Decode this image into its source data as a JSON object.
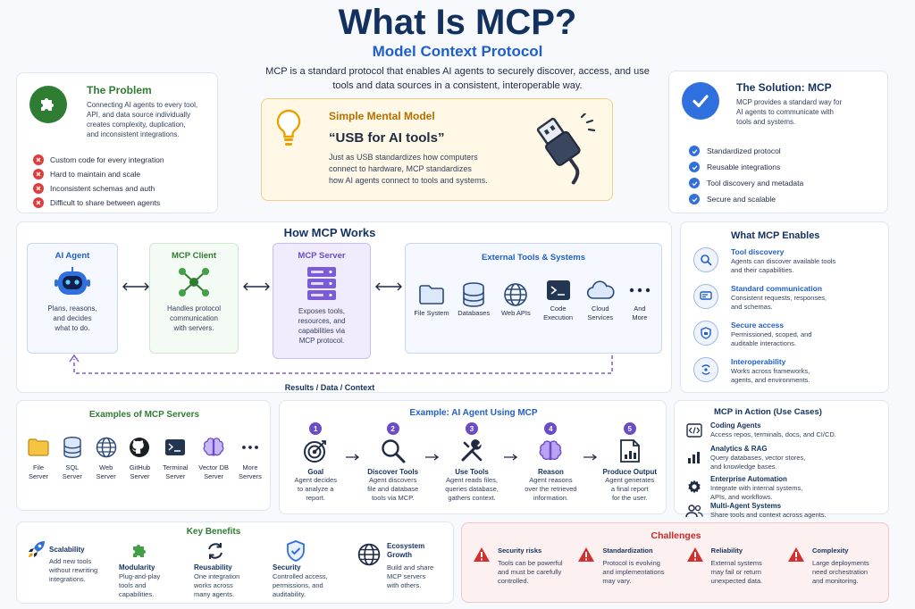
{
  "header": {
    "title": "What Is MCP?",
    "subtitle": "Model Context Protocol",
    "description_line1": "MCP is a standard protocol that enables AI agents to securely discover, access, and use",
    "description_line2": "tools and data sources in a consistent, interoperable way."
  },
  "problem": {
    "title": "The Problem",
    "text_l1": "Connecting AI agents to every tool,",
    "text_l2": "API, and data source individually",
    "text_l3": "creates complexity, duplication,",
    "text_l4": "and inconsistent integrations.",
    "items": [
      "Custom code for every integration",
      "Hard to maintain and scale",
      "Inconsistent schemas and auth",
      "Difficult to share between agents"
    ]
  },
  "mental_model": {
    "title": "Simple Mental Model",
    "headline": "“USB for AI tools”",
    "text_l1": "Just as USB standardizes how computers",
    "text_l2": "connect to hardware, MCP standardizes",
    "text_l3": "how AI agents connect to tools and systems."
  },
  "solution": {
    "title": "The Solution: MCP",
    "text_l1": "MCP provides a standard way for",
    "text_l2": "AI agents to communicate with",
    "text_l3": "tools and systems.",
    "items": [
      "Standardized protocol",
      "Reusable integrations",
      "Tool discovery and metadata",
      "Secure and scalable"
    ]
  },
  "how": {
    "title": "How MCP Works",
    "agent": {
      "title": "AI Agent",
      "l1": "Plans, reasons,",
      "l2": "and decides",
      "l3": "what to do."
    },
    "client": {
      "title": "MCP Client",
      "l1": "Handles protocol",
      "l2": "communication",
      "l3": "with servers."
    },
    "server": {
      "title": "MCP Server",
      "l1": "Exposes tools,",
      "l2": "resources, and",
      "l3": "capabilities via",
      "l4": "MCP protocol."
    },
    "external": {
      "title": "External Tools & Systems",
      "items": [
        {
          "l1": "File System",
          "l2": ""
        },
        {
          "l1": "Databases",
          "l2": ""
        },
        {
          "l1": "Web APIs",
          "l2": ""
        },
        {
          "l1": "Code",
          "l2": "Execution"
        },
        {
          "l1": "Cloud",
          "l2": "Services"
        },
        {
          "l1": "And",
          "l2": "More"
        }
      ]
    },
    "return_label": "Results / Data / Context"
  },
  "enables": {
    "title": "What MCP Enables",
    "items": [
      {
        "title": "Tool discovery",
        "l1": "Agents can discover available tools",
        "l2": "and their capabilities."
      },
      {
        "title": "Standard communication",
        "l1": "Consistent requests, responses,",
        "l2": "and schemas."
      },
      {
        "title": "Secure access",
        "l1": "Permissioned, scoped, and",
        "l2": "auditable interactions."
      },
      {
        "title": "Interoperability",
        "l1": "Works across frameworks,",
        "l2": "agents, and environments."
      }
    ]
  },
  "servers": {
    "title": "Examples of MCP Servers",
    "items": [
      {
        "l1": "File",
        "l2": "Server"
      },
      {
        "l1": "SQL",
        "l2": "Server"
      },
      {
        "l1": "Web",
        "l2": "Server"
      },
      {
        "l1": "GitHub",
        "l2": "Server"
      },
      {
        "l1": "Terminal",
        "l2": "Server"
      },
      {
        "l1": "Vector DB",
        "l2": "Server"
      },
      {
        "l1": "More",
        "l2": "Servers"
      }
    ]
  },
  "example": {
    "title": "Example: AI Agent Using MCP",
    "steps": [
      {
        "num": "1",
        "title": "Goal",
        "l1": "Agent decides",
        "l2": "to analyze a",
        "l3": "report."
      },
      {
        "num": "2",
        "title": "Discover Tools",
        "l1": "Agent discovers",
        "l2": "file and database",
        "l3": "tools via MCP."
      },
      {
        "num": "3",
        "title": "Use Tools",
        "l1": "Agent reads files,",
        "l2": "queries database,",
        "l3": "gathers context."
      },
      {
        "num": "4",
        "title": "Reason",
        "l1": "Agent reasons",
        "l2": "over the retrieved",
        "l3": "information."
      },
      {
        "num": "5",
        "title": "Produce Output",
        "l1": "Agent generates",
        "l2": "a final report",
        "l3": "for the user."
      }
    ]
  },
  "usecases": {
    "title": "MCP in Action (Use Cases)",
    "items": [
      {
        "title": "Coding Agents",
        "l1": "Access repos, terminals, docs, and CI/CD.",
        "l2": ""
      },
      {
        "title": "Analytics & RAG",
        "l1": "Query databases, vector stores,",
        "l2": "and knowledge bases."
      },
      {
        "title": "Enterprise Automation",
        "l1": "Integrate with internal systems,",
        "l2": "APIs, and workflows."
      },
      {
        "title": "Multi-Agent Systems",
        "l1": "Share tools and context across agents.",
        "l2": ""
      }
    ]
  },
  "benefits": {
    "title": "Key Benefits",
    "items": [
      {
        "title": "Scalability",
        "l1": "Add new tools",
        "l2": "without rewriting",
        "l3": "integrations."
      },
      {
        "title": "Modularity",
        "l1": "Plug-and-play",
        "l2": "tools and",
        "l3": "capabilities."
      },
      {
        "title": "Reusability",
        "l1": "One integration",
        "l2": "works across",
        "l3": "many agents."
      },
      {
        "title": "Security",
        "l1": "Controlled access,",
        "l2": "permissions, and",
        "l3": "auditability."
      },
      {
        "title": "Ecosystem",
        "title2": "Growth",
        "l1": "Build and share",
        "l2": "MCP servers",
        "l3": "with others."
      }
    ]
  },
  "challenges": {
    "title": "Challenges",
    "items": [
      {
        "title": "Security risks",
        "l1": "Tools can be powerful",
        "l2": "and must be carefully",
        "l3": "controlled."
      },
      {
        "title": "Standardization",
        "l1": "Protocol is evolving",
        "l2": "and implementations",
        "l3": "may vary."
      },
      {
        "title": "Reliability",
        "l1": "External systems",
        "l2": "may fail or return",
        "l3": "unexpected data."
      },
      {
        "title": "Complexity",
        "l1": "Large deployments",
        "l2": "need orchestration",
        "l3": "and monitoring."
      }
    ]
  },
  "colors": {
    "navy": "#12315e",
    "blue": "#1f5fc9",
    "green": "#2e7d32",
    "purple": "#6a4cc7",
    "red": "#c62828",
    "amber": "#b86e00"
  }
}
